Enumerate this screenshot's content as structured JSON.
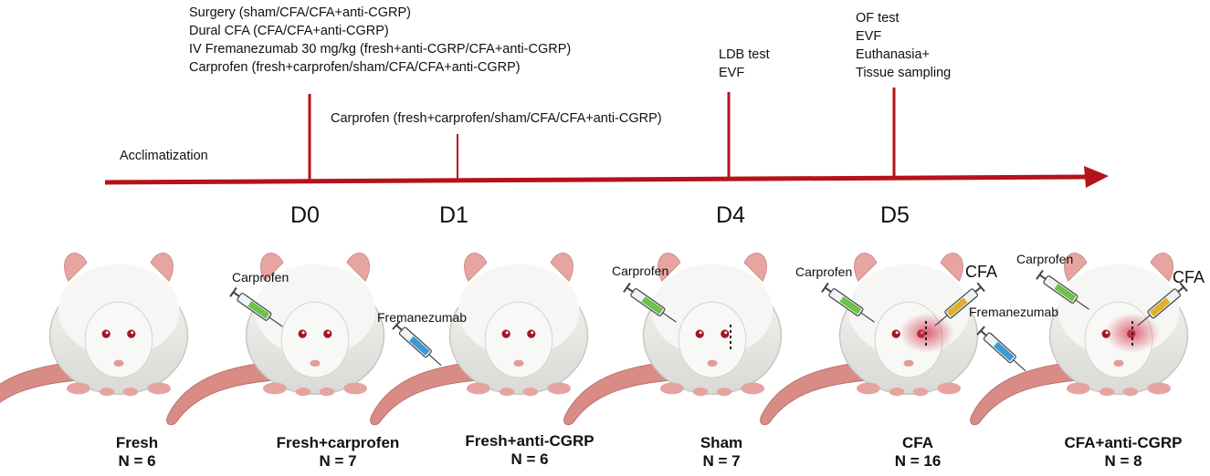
{
  "timeline": {
    "acclimatization": "Acclimatization",
    "days": [
      "D0",
      "D1",
      "D4",
      "D5"
    ],
    "d0_events": [
      "Surgery (sham/CFA/CFA+anti-CGRP)",
      "Dural CFA (CFA/CFA+anti-CGRP)",
      "IV Fremanezumab 30 mg/kg (fresh+anti-CGRP/CFA+anti-CGRP)",
      "Carprofen (fresh+carprofen/sham/CFA/CFA+anti-CGRP)"
    ],
    "d1_events": [
      "Carprofen (fresh+carprofen/sham/CFA/CFA+anti-CGRP)"
    ],
    "d4_events": [
      "LDB test",
      "EVF"
    ],
    "d5_events": [
      "OF test",
      "EVF",
      "Euthanasia+",
      "Tissue sampling"
    ],
    "line_color": "#b5121b"
  },
  "groups": [
    {
      "name": "Fresh",
      "n": "N = 6"
    },
    {
      "name": "Fresh+carprofen",
      "n": "N = 7",
      "carprofen": "Carprofen"
    },
    {
      "name": "Fresh+anti-CGRP",
      "n": "N = 6",
      "fremanezumab": "Fremanezumab"
    },
    {
      "name": "Sham",
      "n": "N = 7",
      "carprofen": "Carprofen"
    },
    {
      "name": "CFA",
      "n": "N = 16",
      "carprofen": "Carprofen",
      "cfa": "CFA"
    },
    {
      "name": "CFA+anti-CGRP",
      "n": "N = 8",
      "carprofen": "Carprofen",
      "fremanezumab": "Fremanezumab",
      "cfa": "CFA"
    }
  ]
}
